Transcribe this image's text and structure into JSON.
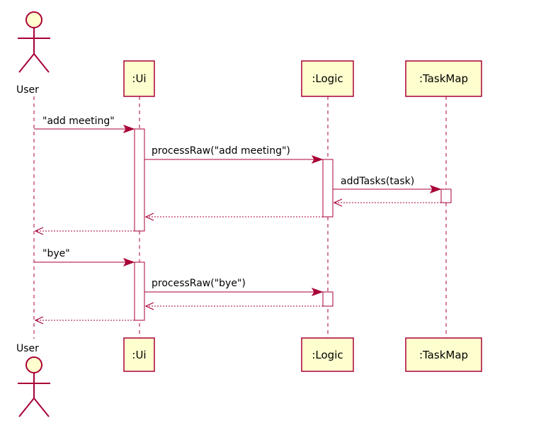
{
  "participants": {
    "user": ":User",
    "ui": ":Ui",
    "logic": ":Logic",
    "taskmap": ":TaskMap"
  },
  "actor_label": "User",
  "messages": {
    "m1": "\"add meeting\"",
    "m2": "processRaw(\"add meeting\")",
    "m3": "addTasks(task)",
    "m4": "\"bye\"",
    "m5": "processRaw(\"bye\")"
  },
  "colors": {
    "stroke": "#A80036",
    "participant_fill": "#FEFECE"
  }
}
